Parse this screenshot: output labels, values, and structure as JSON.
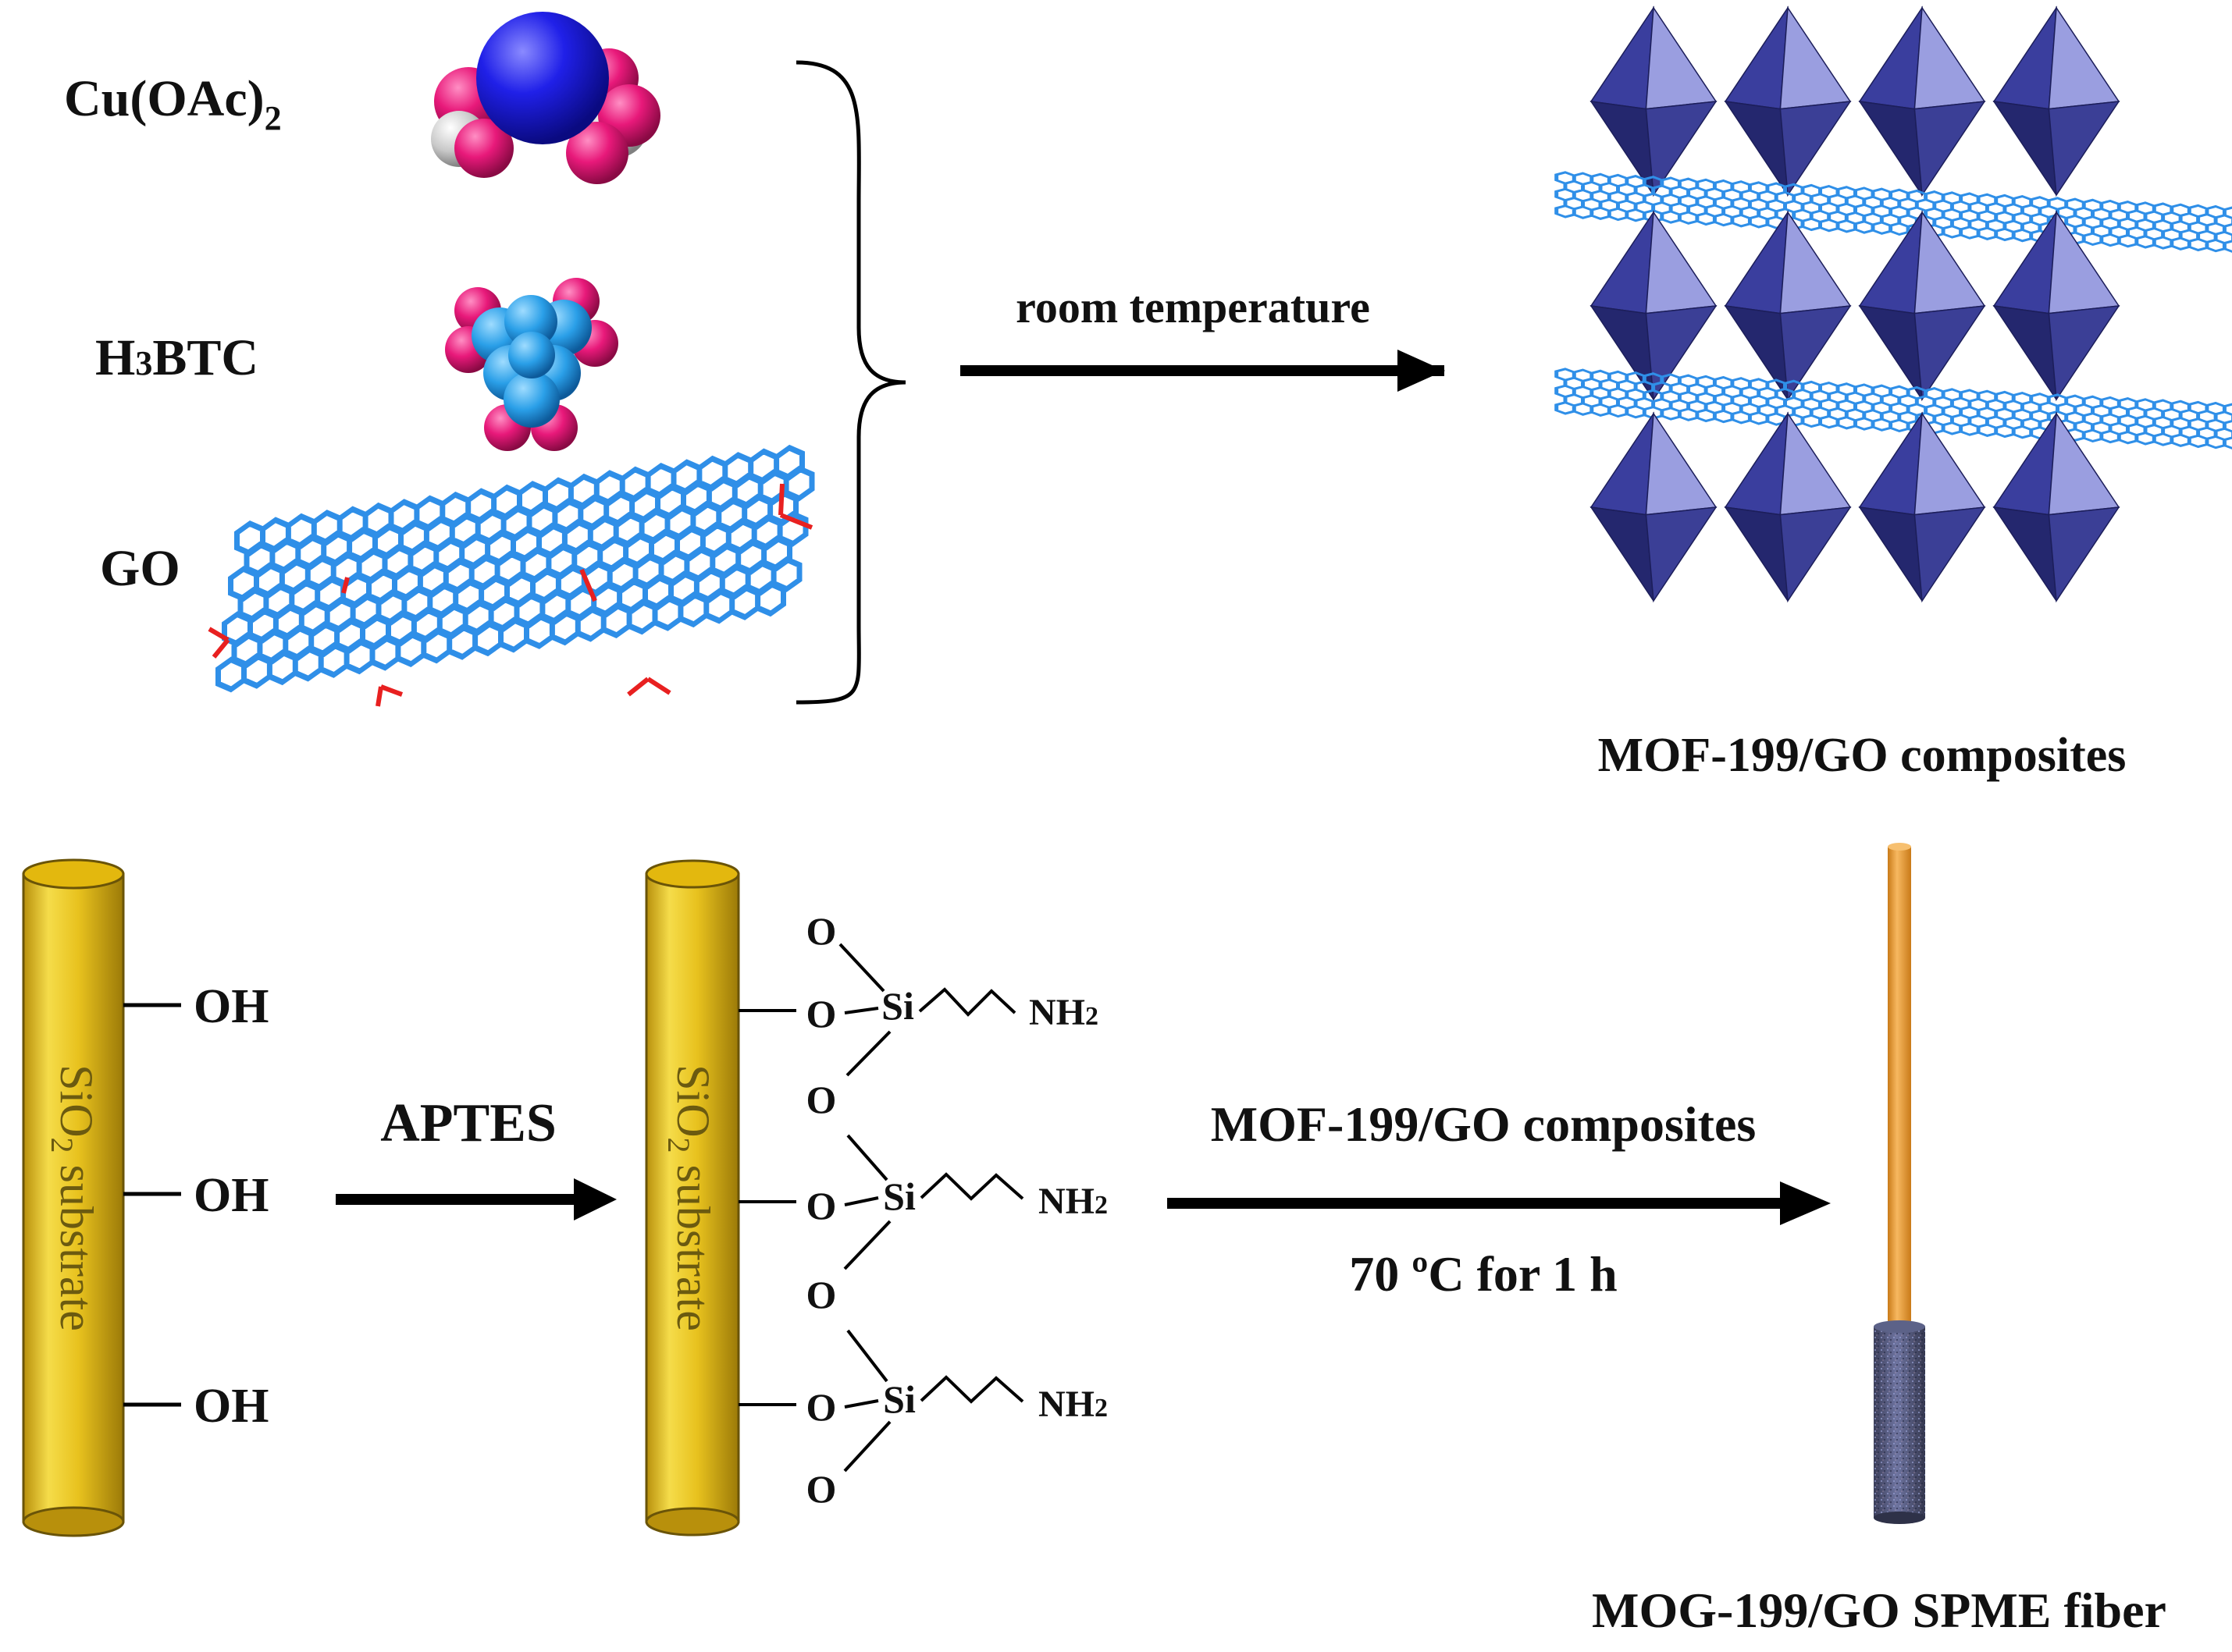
{
  "reactants": {
    "cu": {
      "base": "Cu(OAc)",
      "sub": "2"
    },
    "btc": {
      "pre": "H",
      "sub": "3",
      "post": "BTC"
    },
    "go": "GO"
  },
  "step1": {
    "condition": "room temperature"
  },
  "product1": {
    "label": "MOF-199/GO composites"
  },
  "substrate": {
    "label_pre": "SiO",
    "label_sub": "2",
    "label_post": " substrate"
  },
  "hydroxyl": [
    "OH",
    "OH",
    "OH"
  ],
  "step2": {
    "reagent": "APTES"
  },
  "silane": {
    "o": "O",
    "si": "Si",
    "amine": {
      "base": "NH",
      "sub": "2"
    }
  },
  "step3": {
    "reagent": "MOF-199/GO composites",
    "condition": "70 ºC for 1 h"
  },
  "product2": {
    "label": "MOG-199/GO  SPME fiber"
  },
  "colors": {
    "graphene": "#2f8fe8",
    "oxygen": "#e8197a",
    "copper": "#1818e0",
    "octahedron_dark": "#2a2d8c",
    "octahedron_light": "#9a9ee0",
    "gold": "#e6c21a",
    "fiber_orange": "#f0a640",
    "fiber_coating": "#4a4f6e"
  }
}
